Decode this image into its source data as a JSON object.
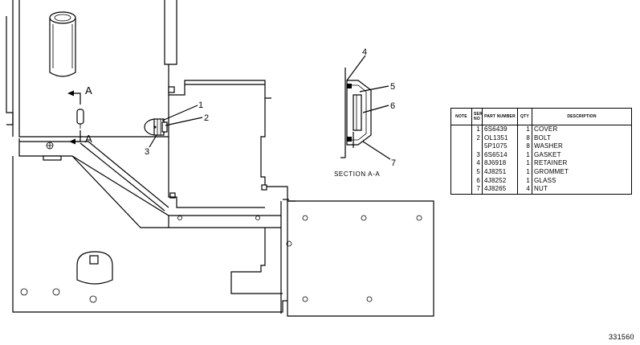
{
  "figure": {
    "view_marker_upper": "A",
    "view_marker_lower": "A",
    "callouts_main": [
      "1",
      "2",
      "3"
    ],
    "callouts_section": [
      "4",
      "5",
      "6",
      "7"
    ],
    "section_caption": "SECTION A-A",
    "document_number": "331560"
  },
  "parts_table": {
    "headers": {
      "note": "NOTE",
      "ser_no": "SER NO",
      "part_number": "PART NUMBER",
      "qty": "QTY",
      "description": "DESCRIPTION"
    },
    "rows": [
      {
        "note": "",
        "ser_no": "1",
        "part_number": "6S6439",
        "qty": "1",
        "description": "COVER"
      },
      {
        "note": "",
        "ser_no": "2",
        "part_number": "OL1351",
        "qty": "8",
        "description": "BOLT"
      },
      {
        "note": "",
        "ser_no": "",
        "part_number": "5P1075",
        "qty": "8",
        "description": "WASHER"
      },
      {
        "note": "",
        "ser_no": "3",
        "part_number": "6S6514",
        "qty": "1",
        "description": "GASKET"
      },
      {
        "note": "",
        "ser_no": "4",
        "part_number": "8J6918",
        "qty": "1",
        "description": "RETAINER"
      },
      {
        "note": "",
        "ser_no": "5",
        "part_number": "4J8251",
        "qty": "1",
        "description": "GROMMET"
      },
      {
        "note": "",
        "ser_no": "6",
        "part_number": "4J8252",
        "qty": "1",
        "description": "GLASS"
      },
      {
        "note": "",
        "ser_no": "7",
        "part_number": "4J8265",
        "qty": "4",
        "description": "NUT"
      }
    ]
  }
}
